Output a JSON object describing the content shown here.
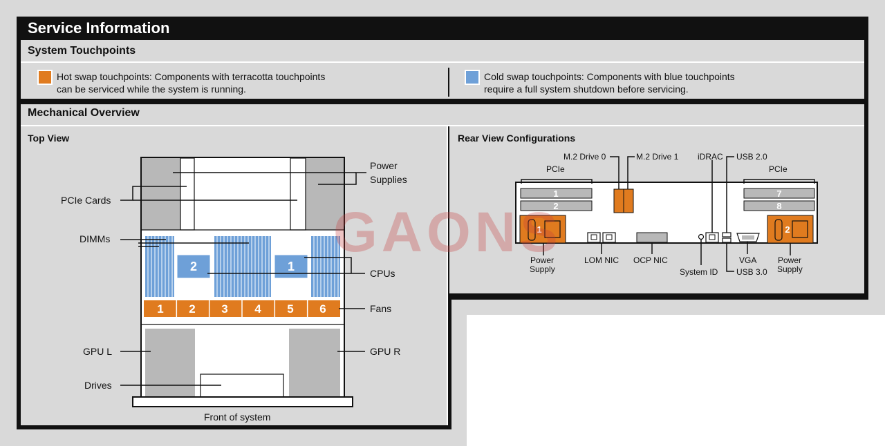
{
  "header": {
    "title": "Service Information"
  },
  "touchpoints": {
    "title": "System Touchpoints",
    "hot": {
      "line1": "Hot swap touchpoints: Components with terracotta touchpoints",
      "line2": "can be serviced while the system is running.",
      "color": "#e07b1f"
    },
    "cold": {
      "line1": "Cold swap touchpoints: Components with blue touchpoints",
      "line2": "require a full system shutdown before servicing.",
      "color": "#6ea0d8"
    }
  },
  "mechanical": {
    "title": "Mechanical Overview",
    "top_view": {
      "title": "Top View",
      "labels": {
        "power_supplies_1": "Power",
        "power_supplies_2": "Supplies",
        "pcie_cards": "PCIe Cards",
        "dimms": "DIMMs",
        "cpus": "CPUs",
        "fans": "Fans",
        "gpu_l": "GPU L",
        "gpu_r": "GPU R",
        "drives": "Drives",
        "front": "Front of system"
      },
      "cpu_numbers": [
        "2",
        "1"
      ],
      "fan_numbers": [
        "1",
        "2",
        "3",
        "4",
        "5",
        "6"
      ]
    },
    "rear_view": {
      "title": "Rear View Configurations",
      "labels": {
        "m2_drive0": "M.2 Drive 0",
        "m2_drive1": "M.2 Drive 1",
        "idrac": "iDRAC",
        "usb20": "USB 2.0",
        "pcie_left": "PCIe",
        "pcie_right": "PCIe",
        "power_supply_l1": "Power",
        "power_supply_l2": "Supply",
        "lom_nic": "LOM NIC",
        "ocp_nic": "OCP NIC",
        "system_id": "System ID",
        "vga": "VGA",
        "usb30": "USB 3.0",
        "power_supply_r1": "Power",
        "power_supply_r2": "Supply"
      },
      "pcie_left_slots": [
        "1",
        "2"
      ],
      "pcie_right_slots": [
        "7",
        "8"
      ],
      "psu_left_number": "1",
      "psu_right_number": "2"
    }
  },
  "watermark": {
    "text": "GAONS"
  },
  "colors": {
    "hot": "#e07b1f",
    "cold": "#6ea0d8",
    "panel": "#d9d9d9",
    "frame": "#111111",
    "part": "#b8b8b8"
  }
}
